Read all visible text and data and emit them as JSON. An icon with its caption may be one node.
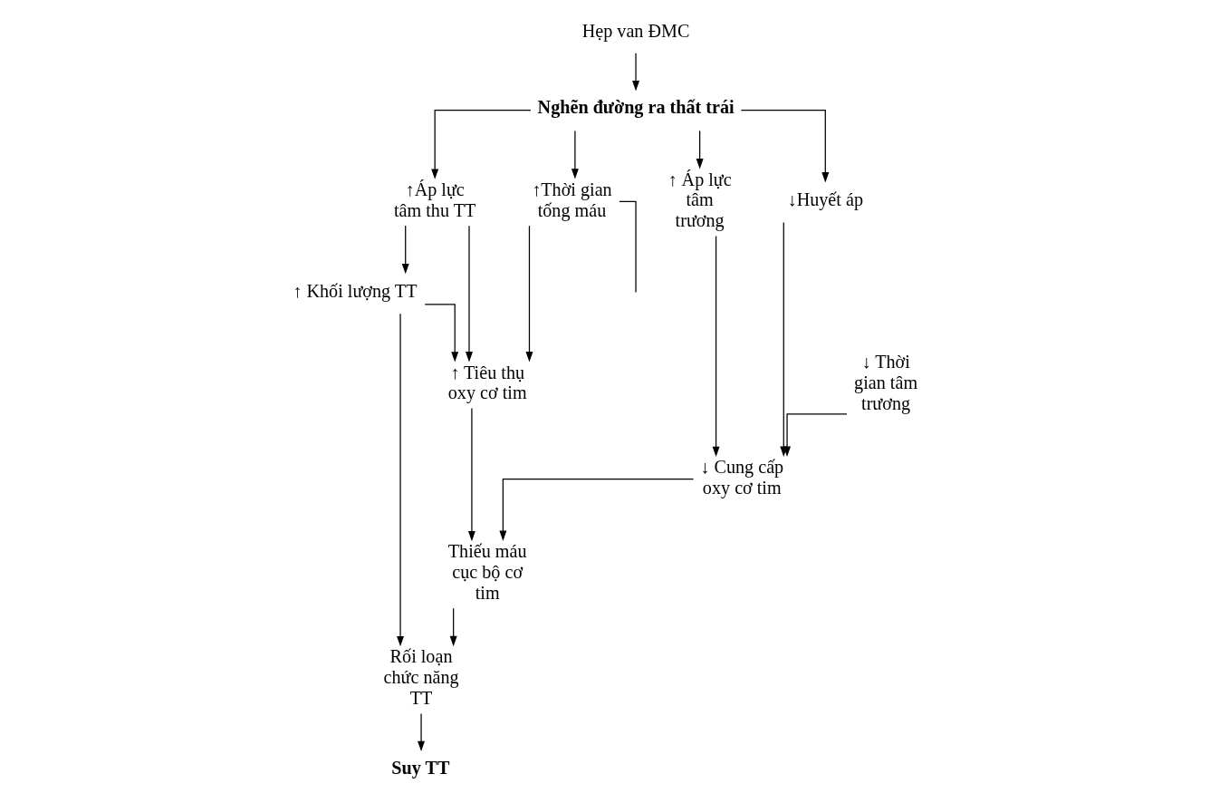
{
  "diagram": {
    "nodes": [
      {
        "text": [
          "Hẹp van ĐMC"
        ]
      },
      {
        "text": [
          "Nghẽn đường ra thất trái"
        ]
      },
      {
        "text": [
          "↑Áp lực tâm thu TT"
        ]
      },
      {
        "text": [
          "↑Thời gian tống máu"
        ]
      },
      {
        "text": [
          "↑ Áp lực tâm trương"
        ]
      },
      {
        "text": [
          "↓Huyết áp"
        ]
      },
      {
        "text": [
          "↑ Khối lượng TT"
        ]
      },
      {
        "text": [
          "Rối loạn chức năng TT"
        ]
      },
      {
        "text": [
          "↑ Tiêu thụ oxy cơ tim"
        ]
      },
      {
        "text": [
          "↓ Thời gian tâm trương"
        ]
      },
      {
        "text": [
          "↓ Cung cấp oxy cơ tim"
        ]
      },
      {
        "text": [
          "Thiếu máu cục bộ cơ tim"
        ]
      },
      {
        "text": [
          "Suy TT"
        ]
      }
    ],
    "edges": [
      {
        "from": 0,
        "to": 1,
        "arrow": "to"
      },
      {
        "from": 1,
        "to": 2,
        "arrow": "to"
      },
      {
        "from": 1,
        "to": 3,
        "arrow": "to"
      },
      {
        "from": 1,
        "to": 4,
        "arrow": "to"
      },
      {
        "from": 1,
        "to": 5,
        "arrow": "to"
      },
      {
        "from": 2,
        "to": 6,
        "arrow": "to"
      },
      {
        "from": 2,
        "to": 8,
        "arrow": "to"
      },
      {
        "from": 6,
        "to": 7,
        "arrow": "to"
      },
      {
        "from": 6,
        "to": 8,
        "arrow": "to"
      },
      {
        "from": 3,
        "to": 8,
        "arrow": "to"
      },
      {
        "from": 3,
        "to": null,
        "arrow": "none"
      },
      {
        "from": 4,
        "to": 10,
        "arrow": "to"
      },
      {
        "from": 5,
        "to": 10,
        "arrow": "to"
      },
      {
        "from": 9,
        "to": 10,
        "arrow": "to"
      },
      {
        "from": 10,
        "to": 11,
        "arrow": "to"
      },
      {
        "from": 8,
        "to": 11,
        "arrow": "to"
      },
      {
        "from": 11,
        "to": 7,
        "arrow": "to"
      },
      {
        "from": 7,
        "to": 12,
        "arrow": "to"
      }
    ]
  }
}
